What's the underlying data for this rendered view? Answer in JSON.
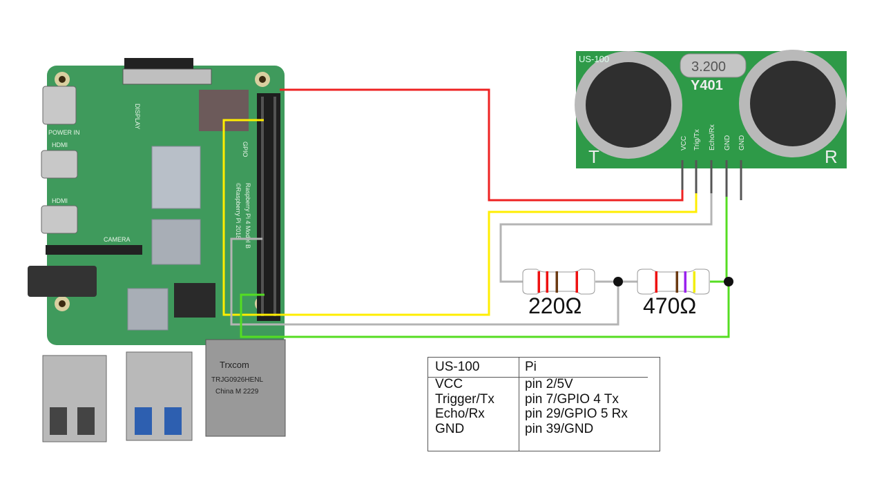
{
  "pi_board": {
    "model_label": "Raspberry Pi 4 Model B",
    "copyright_label": "©Raspberry Pi 2018",
    "port_labels": [
      "POWER IN",
      "HDMI",
      "HDMI",
      "CAMERA",
      "DISPLAY",
      "GPIO"
    ],
    "ethernet_chip": [
      "Trxcom",
      "TRJG0926HENL",
      "China M 2229"
    ]
  },
  "sensor": {
    "name": "US-100",
    "crystal": "3.200",
    "chip": "Y401",
    "pins": [
      "VCC",
      "Trig/Tx",
      "Echo/Rx",
      "GND",
      "GND"
    ],
    "left_marker": "T",
    "right_marker": "R"
  },
  "wires": {
    "vcc": "#ee2222",
    "trigger": "#ffee00",
    "echo": "#b4b4b4",
    "gnd": "#55dd22"
  },
  "resistors": [
    {
      "label": "220Ω",
      "bands": [
        "#ee1111",
        "#ee1111",
        "#6b3a12",
        "#ee1111"
      ]
    },
    {
      "label": "470Ω",
      "bands": [
        "#ee1111",
        "#6b3a12",
        "#9a22ee",
        "#f2ee11"
      ]
    }
  ],
  "table": {
    "headers": [
      "US-100",
      "Pi"
    ],
    "rows": [
      [
        "VCC",
        "pin 2/5V"
      ],
      [
        "Trigger/Tx",
        "pin 7/GPIO 4 Tx"
      ],
      [
        "Echo/Rx",
        "pin 29/GPIO 5 Rx"
      ],
      [
        "GND",
        "pin 39/GND"
      ]
    ]
  }
}
